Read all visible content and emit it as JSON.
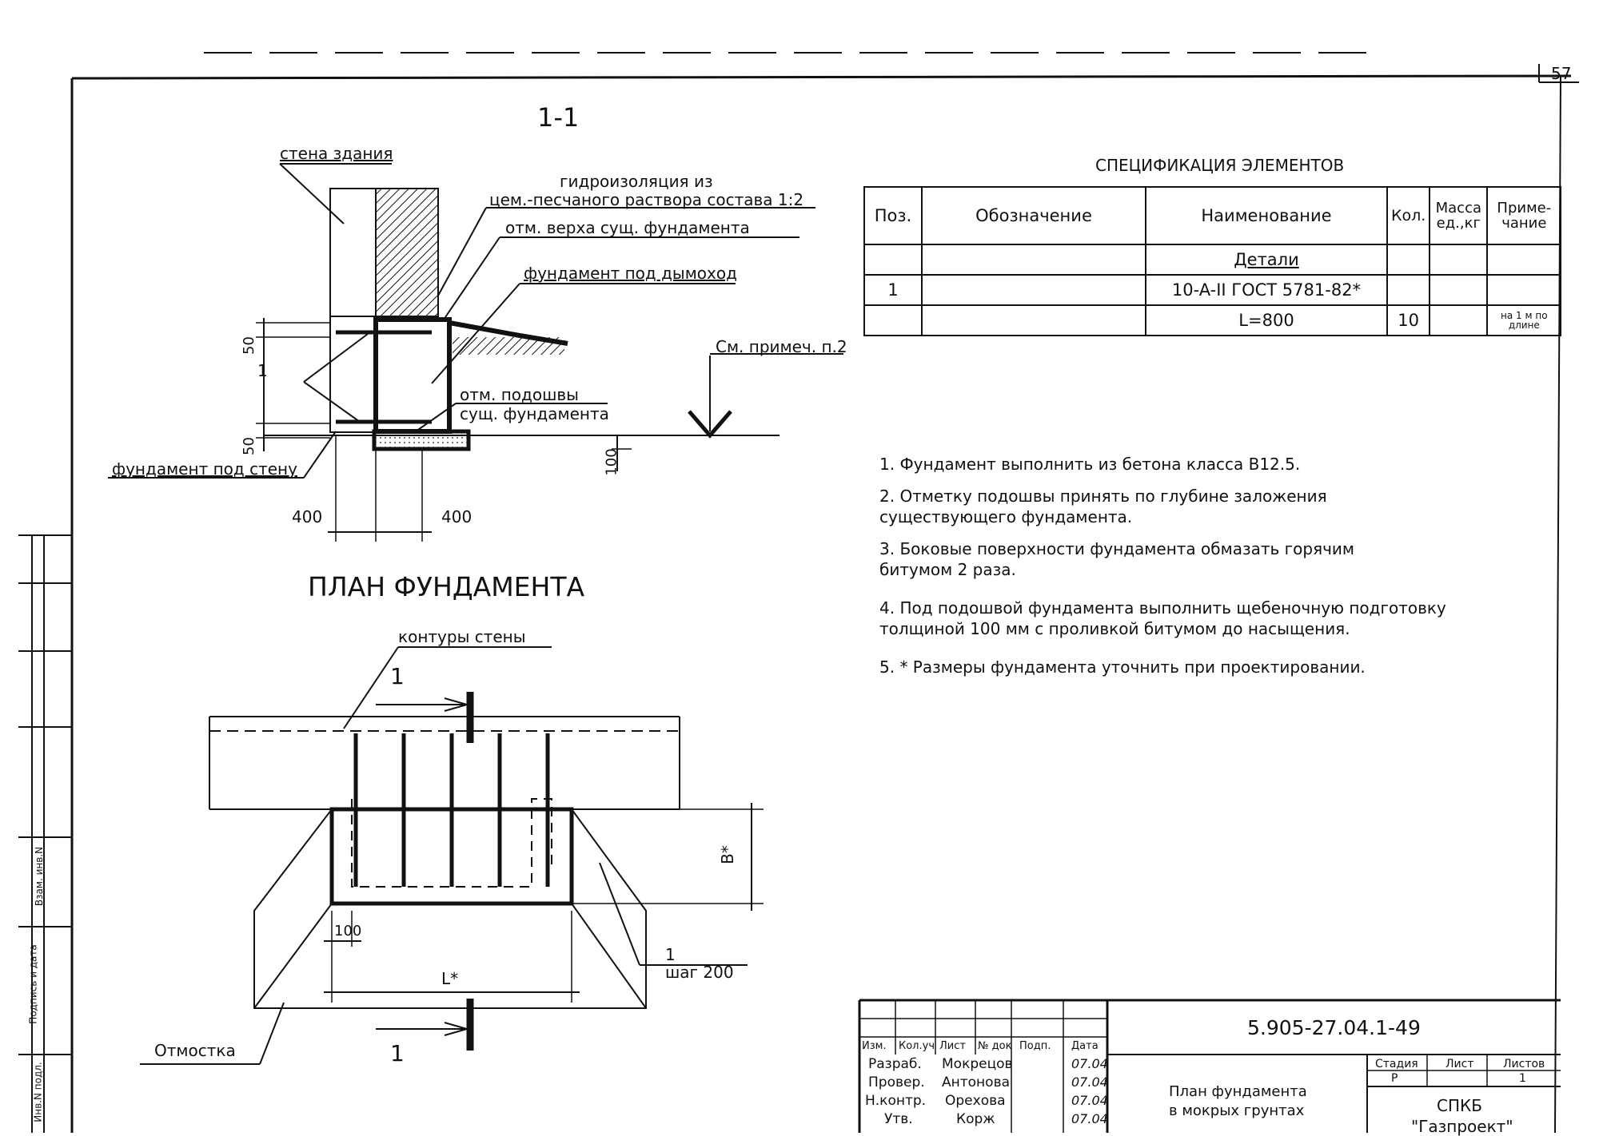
{
  "sheet_number": "57",
  "section": {
    "title": "1-1",
    "labels": {
      "wall": "стена здания",
      "waterproofing_line1": "гидроизоляция из",
      "waterproofing_line2": "цем.-песчаного раствора состава 1:2",
      "existing_top": "отм. верха сущ. фундамента",
      "chimney_foundation": "фундамент под дымоход",
      "see_note": "См. примеч. п.2",
      "base_level_line1": "отм. подошвы",
      "base_level_line2": "сущ. фундамента",
      "wall_foundation": "фундамент под стену",
      "pos": "1"
    },
    "dims": {
      "d50a": "50",
      "d50b": "50",
      "d100": "100",
      "d400a": "400",
      "d400b": "400"
    }
  },
  "plan": {
    "title": "ПЛАН ФУНДАМЕНТА",
    "labels": {
      "wall_contour": "контуры стены",
      "cut_top": "1",
      "cut_bottom": "1",
      "blind_area": "Отмостка",
      "pos": "1",
      "step": "шаг 200"
    },
    "dims": {
      "b": "B*",
      "d100": "100",
      "l": "L*"
    }
  },
  "specification": {
    "title": "СПЕЦИФИКАЦИЯ ЭЛЕМЕНТОВ",
    "headers": {
      "pos": "Поз.",
      "designation": "Обозначение",
      "name": "Наименование",
      "qty": "Кол.",
      "mass1": "Масса",
      "mass2": "ед.,кг",
      "note1": "Приме-",
      "note2": "чание"
    },
    "rows": [
      {
        "pos": "",
        "designation": "",
        "name": "Детали",
        "qty": "",
        "mass": "",
        "note": ""
      },
      {
        "pos": "1",
        "designation": "",
        "name": "10-A-II ГОСТ 5781-82*",
        "qty": "",
        "mass": "",
        "note": ""
      },
      {
        "pos": "",
        "designation": "",
        "name": "L=800",
        "qty": "10",
        "mass": "",
        "note": "на 1 м по длине"
      }
    ]
  },
  "notes": [
    "1. Фундамент выполнить из бетона класса В12.5.",
    "2. Отметку подошвы принять по глубине заложения существующего фундамента.",
    "3. Боковые поверхности фундамента обмазать горячим битумом 2 раза.",
    "4. Под подошвой фундамента выполнить щебеночную подготовку толщиной 100 мм с проливкой битумом до насыщения.",
    "5. * Размеры фундамента уточнить при проектировании."
  ],
  "title_block": {
    "doc_code": "5.905-27.04.1-49",
    "title_line1": "План фундамента",
    "title_line2": "в мокрых грунтах",
    "headers": {
      "izm": "Изм.",
      "kol": "Кол.уч",
      "list": "Лист",
      "ndoc": "№ док",
      "podp": "Подп.",
      "data": "Дата"
    },
    "people": [
      {
        "role": "Разраб.",
        "name": "Мокрецов",
        "date": "07.04"
      },
      {
        "role": "Провер.",
        "name": "Антонова",
        "date": "07.04"
      },
      {
        "role": "Н.контр.",
        "name": "Орехова",
        "date": "07.04"
      },
      {
        "role": "Утв.",
        "name": "Корж",
        "date": "07.04"
      }
    ],
    "stage_header": "Стадия",
    "sheet_header": "Лист",
    "sheets_header": "Листов",
    "stage": "Р",
    "sheet": "",
    "sheets": "1",
    "org_line1": "СПКБ",
    "org_line2": "\"Газпроект\""
  },
  "side_stamps": {
    "inv_podl": "Инв.N подл.",
    "podp_data": "Подпись и дата",
    "vzam_inv": "Взам. инв.N"
  }
}
